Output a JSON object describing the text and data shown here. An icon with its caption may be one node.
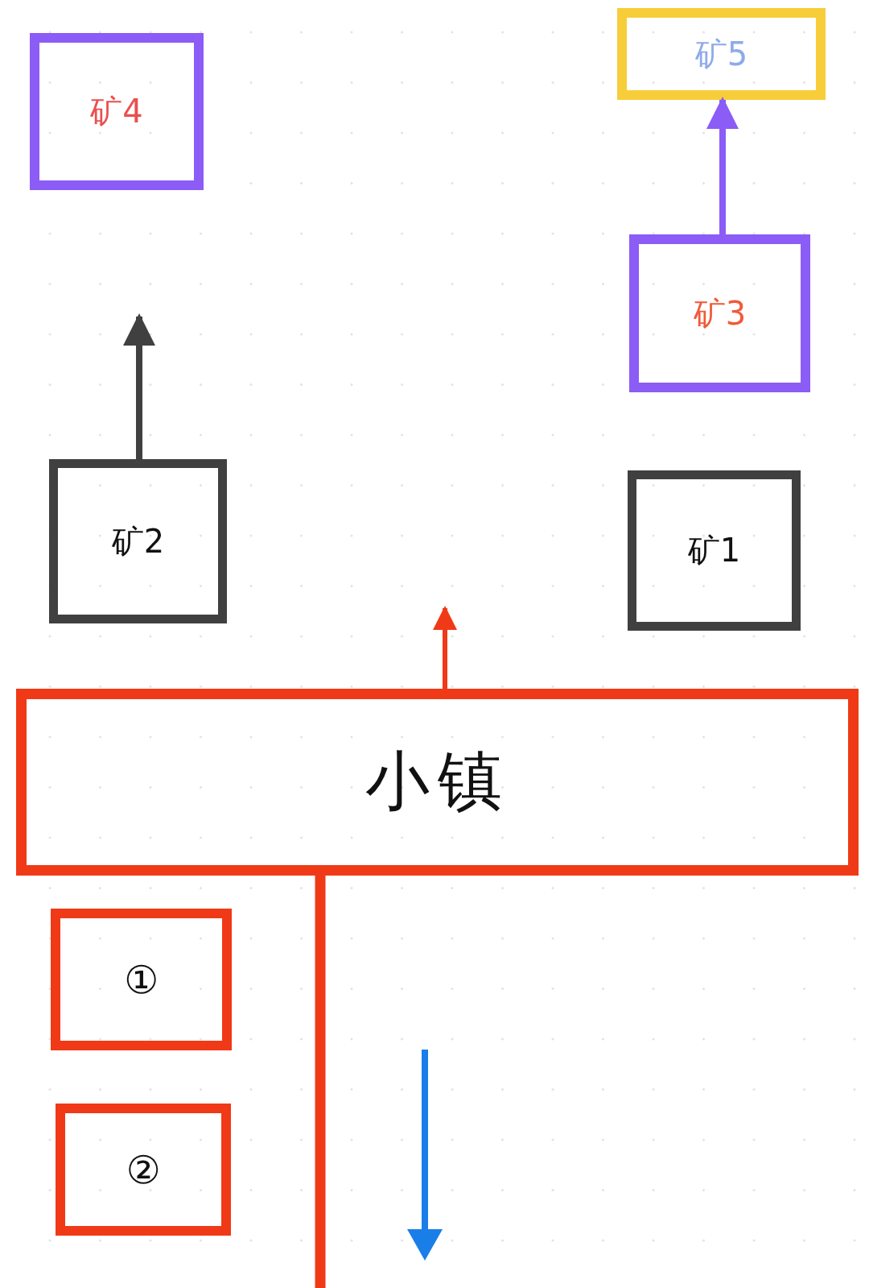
{
  "diagram": {
    "nodes": [
      {
        "text": [
          "矿4"
        ]
      },
      {
        "text": [
          "矿5"
        ]
      },
      {
        "text": [
          "矿3"
        ]
      },
      {
        "text": [
          "矿2"
        ]
      },
      {
        "text": [
          "矿1"
        ]
      },
      {
        "text": [
          "小镇"
        ]
      },
      {
        "text": [
          "①"
        ]
      },
      {
        "text": [
          "②"
        ]
      }
    ],
    "edges": [
      {
        "from": 2,
        "to": 1,
        "arrow": "to",
        "color": "#8b5cf6"
      },
      {
        "from": 3,
        "to": null,
        "arrow": "to",
        "color": "#404040"
      },
      {
        "from": 5,
        "to": null,
        "arrow": "to"
      },
      {
        "from": 5,
        "to": null,
        "arrow": "none"
      }
    ]
  }
}
